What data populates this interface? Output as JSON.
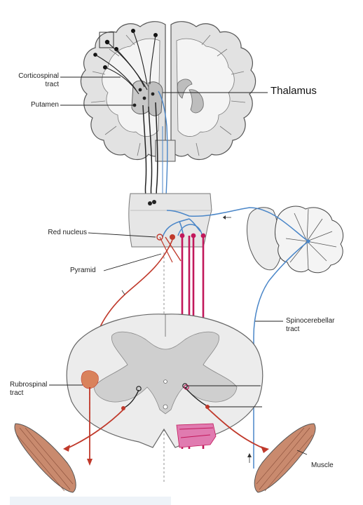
{
  "figure": {
    "labels": {
      "corticospinal_tract": "Corticospinal tract",
      "putamen": "Putamen",
      "thalamus": "Thalamus",
      "red_nucleus": "Red nucleus",
      "pyramid": "Pyramid",
      "spinocerebellar_tract": "Spinocerebellar tract",
      "rubrospinal_tract": "Rubrospinal tract",
      "muscle": "Muscle"
    },
    "colors": {
      "motor_red": "#c0392b",
      "sensory_blue": "#4a86c8",
      "pyramidal_magenta": "#c2185b",
      "tissue_gray": "#e6e6e6",
      "gray_matter": "#cfcfcf",
      "outline": "#555555",
      "muscle_fill": "#c98a6e",
      "rubrospinal_fill": "#d9825c"
    }
  }
}
